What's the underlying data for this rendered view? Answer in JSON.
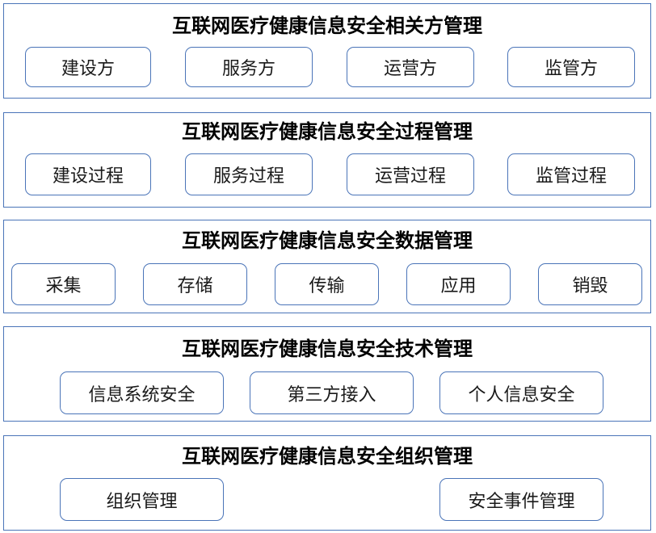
{
  "colors": {
    "border": "#4a74b8",
    "text": "#000000",
    "background": "#ffffff"
  },
  "sections": [
    {
      "title": "互联网医疗健康信息安全相关方管理",
      "items": [
        "建设方",
        "服务方",
        "运营方",
        "监管方"
      ]
    },
    {
      "title": "互联网医疗健康信息安全过程管理",
      "items": [
        "建设过程",
        "服务过程",
        "运营过程",
        "监管过程"
      ]
    },
    {
      "title": "互联网医疗健康信息安全数据管理",
      "items": [
        "采集",
        "存储",
        "传输",
        "应用",
        "销毁"
      ]
    },
    {
      "title": "互联网医疗健康信息安全技术管理",
      "items": [
        "信息系统安全",
        "第三方接入",
        "个人信息安全"
      ]
    },
    {
      "title": "互联网医疗健康信息安全组织管理",
      "items": [
        "组织管理",
        "安全事件管理"
      ]
    }
  ]
}
